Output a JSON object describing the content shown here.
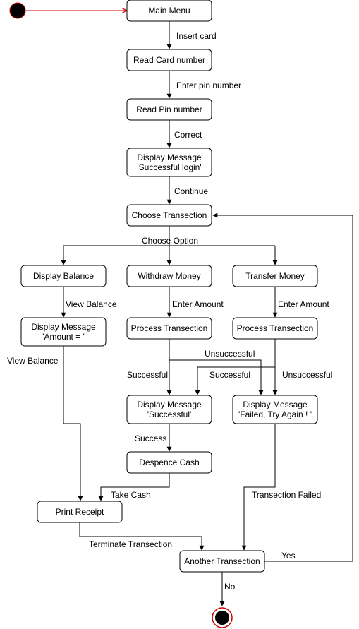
{
  "nodes": {
    "main_menu": "Main Menu",
    "read_card": "Read Card number",
    "read_pin": "Read Pin number",
    "display_login": [
      "Display Message",
      "'Successful login'"
    ],
    "choose_transection": "Choose Transection",
    "display_balance": "Display Balance",
    "withdraw_money": "Withdraw Money",
    "transfer_money": "Transfer Money",
    "display_amount": [
      "Display Message",
      "'Amount = '"
    ],
    "process_withdraw": "Process Transection",
    "process_transfer": "Process Transection",
    "display_successful": [
      "Display Message",
      "'Successful'"
    ],
    "display_failed": [
      "Display Message",
      "'Failed, Try Again ! '"
    ],
    "despence_cash": "Despence Cash",
    "print_receipt": "Print Receipt",
    "another_transection": "Another Transection"
  },
  "edges": {
    "insert_card": "Insert  card",
    "enter_pin": "Enter pin number",
    "correct": "Correct",
    "continue": "Continue",
    "choose_option": "Choose Option",
    "view_balance_1": "View Balance",
    "enter_amount_1": "Enter Amount",
    "enter_amount_2": "Enter Amount",
    "view_balance_2": "View Balance",
    "unsuccessful_1": "Unsuccessful",
    "successful_1": "Successful",
    "successful_2": "Successful",
    "unsuccessful_2": "Unsuccessful",
    "success": "Success",
    "take_cash": "Take Cash",
    "transection_failed": "Transection Failed",
    "terminate": "Terminate Transection",
    "yes": "Yes",
    "no": "No"
  },
  "colors": {
    "start_fill": "#000000",
    "start_stroke": "#cc0000",
    "line": "#000000"
  }
}
